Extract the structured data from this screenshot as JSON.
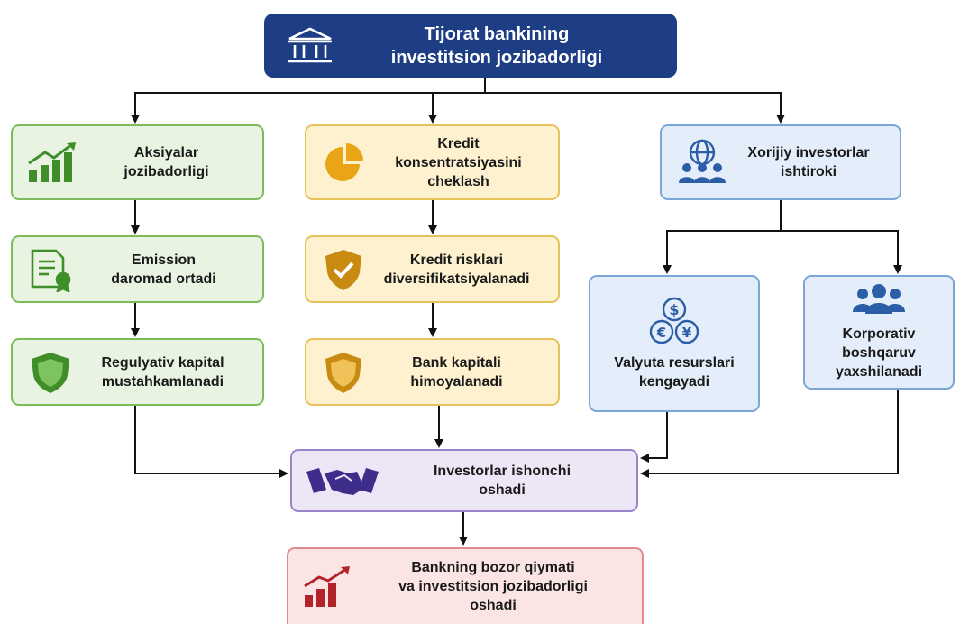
{
  "header": {
    "title": "Tijorat bankining\ninvestitsion jozibadorligi",
    "icon": "bank-building-icon"
  },
  "nodes": {
    "aksiyalar": {
      "label": "Aksiyalar\njozibadorligi",
      "icon": "growth-chart-icon"
    },
    "emission": {
      "label": "Emission\ndaromad ortadi",
      "icon": "certificate-icon"
    },
    "regulyativ": {
      "label": "Regulyativ kapital\nmustahkamlanadi",
      "icon": "shield-icon"
    },
    "kredit_kons": {
      "label": "Kredit\nkonsentratsiyasini\ncheklash",
      "icon": "pie-chart-icon"
    },
    "kredit_risk": {
      "label": "Kredit risklari\ndiversifikatsiyalanadi",
      "icon": "shield-check-icon"
    },
    "bank_kapital": {
      "label": "Bank kapitali\nhimoyalanadi",
      "icon": "shield-icon"
    },
    "xorijiy": {
      "label": "Xorijiy investorlar\nishtiroki",
      "icon": "globe-people-icon"
    },
    "valyuta": {
      "label": "Valyuta resurslari\nkengayadi",
      "icon": "currency-coins-icon"
    },
    "korporativ": {
      "label": "Korporativ\nboshqaruv\nyaxshilanadi",
      "icon": "people-group-icon"
    },
    "ishonch": {
      "label": "Investorlar ishonchi\noshadi",
      "icon": "handshake-icon"
    },
    "bozor": {
      "label": "Bankning bozor qiymati\nva investitsion jozibadorligi\noshadi",
      "icon": "growth-chart-icon"
    }
  },
  "colors": {
    "header": "#1d3d84",
    "green": "#7dbb5a",
    "yellow": "#e7c15a",
    "blue": "#7aa6d8",
    "purple": "#9b84cc",
    "red": "#e08b8b",
    "arrow": "#111111"
  }
}
